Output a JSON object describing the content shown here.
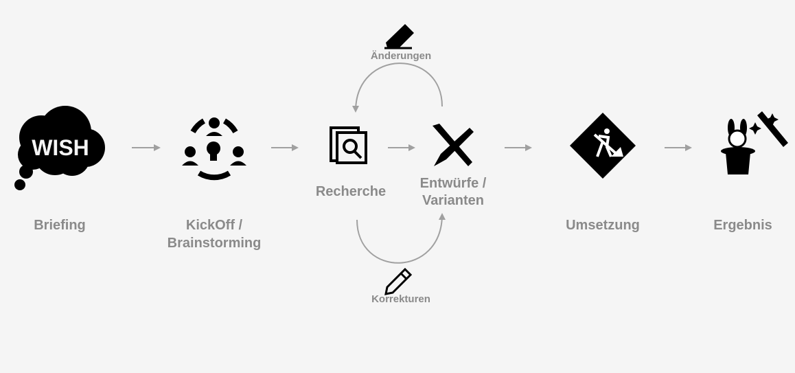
{
  "steps": [
    {
      "id": "briefing",
      "label": "Briefing",
      "icon": "wish-cloud-icon",
      "icon_text": "WISH"
    },
    {
      "id": "kickoff",
      "label_line1": "KickOff /",
      "label_line2": "Brainstorming",
      "icon": "brainstorm-team-icon"
    },
    {
      "id": "recherche",
      "label": "Recherche",
      "icon": "search-documents-icon"
    },
    {
      "id": "entwuerfe",
      "label_line1": "Entwürfe /",
      "label_line2": "Varianten",
      "icon": "design-tools-icon"
    },
    {
      "id": "umsetzung",
      "label": "Umsetzung",
      "icon": "construction-worker-icon"
    },
    {
      "id": "ergebnis",
      "label": "Ergebnis",
      "icon": "magic-hat-rabbit-icon"
    }
  ],
  "loops": {
    "top": {
      "label": "Änderungen",
      "icon": "eraser-icon"
    },
    "bottom": {
      "label": "Korrekturen",
      "icon": "pencil-icon"
    }
  },
  "colors": {
    "background": "#f5f5f5",
    "label": "#8a8a8a",
    "arrow": "#a0a0a0",
    "icon": "#000000"
  }
}
